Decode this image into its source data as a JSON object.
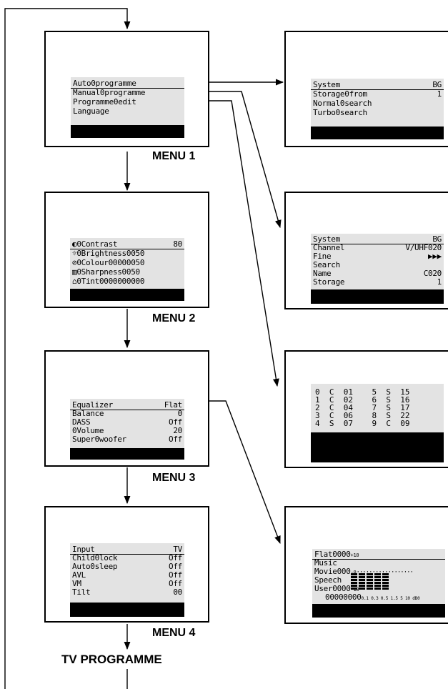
{
  "menu1": {
    "caption": "MENU 1",
    "items": [
      "Auto0programme",
      "Manual0programme",
      "Programme0edit",
      "Language"
    ]
  },
  "menu2": {
    "caption": "MENU 2",
    "items": [
      {
        "icon": "contrast-icon",
        "label": "0Contrast",
        "value": "80"
      },
      {
        "icon": "brightness-icon",
        "label": "0Brightness0050",
        "value": ""
      },
      {
        "icon": "colour-icon",
        "label": "0Colour00000050",
        "value": ""
      },
      {
        "icon": "sharpness-icon",
        "label": "0Sharpness0050",
        "value": ""
      },
      {
        "icon": "tint-icon",
        "label": "0Tint0000000000",
        "value": ""
      }
    ]
  },
  "menu3": {
    "caption": "MENU 3",
    "items": [
      {
        "label": "Equalizer",
        "value": "Flat"
      },
      {
        "label": "Balance",
        "value": "0"
      },
      {
        "label": "DASS",
        "value": "Off"
      },
      {
        "label": "0Volume",
        "value": "20"
      },
      {
        "label": "Super0woofer",
        "value": "Off"
      }
    ]
  },
  "menu4": {
    "caption": "MENU 4",
    "items": [
      {
        "label": "Input",
        "value": "TV"
      },
      {
        "label": "Child0lock",
        "value": "Off"
      },
      {
        "label": "Auto0sleep",
        "value": "Off"
      },
      {
        "label": "AVL",
        "value": "Off"
      },
      {
        "label": "VM",
        "value": "Off"
      },
      {
        "label": "Tilt",
        "value": "00"
      }
    ]
  },
  "tv_programme": "TV PROGRAMME",
  "auto_programme": {
    "items": [
      {
        "label": "System",
        "value": "BG"
      },
      {
        "label": "Storage0from",
        "value": "1"
      },
      {
        "label": "Normal0search",
        "value": ""
      },
      {
        "label": "Turbo0search",
        "value": ""
      }
    ]
  },
  "manual_programme": {
    "items": [
      {
        "label": "System",
        "value": "BG"
      },
      {
        "label": "Channel",
        "value": "V/UHF020"
      },
      {
        "label": "Fine",
        "value": "▶▶▶"
      },
      {
        "label": "Search",
        "value": ""
      },
      {
        "label": "Name",
        "value": "C020"
      },
      {
        "label": "Storage",
        "value": "1"
      }
    ]
  },
  "programme_edit": {
    "rows": [
      [
        "0",
        "C",
        "01",
        "5",
        "S",
        "15"
      ],
      [
        "1",
        "C",
        "02",
        "6",
        "S",
        "16"
      ],
      [
        "2",
        "C",
        "04",
        "7",
        "S",
        "17"
      ],
      [
        "3",
        "C",
        "06",
        "8",
        "S",
        "22"
      ],
      [
        "4",
        "S",
        "07",
        "9",
        "C",
        "09"
      ]
    ]
  },
  "equalizer": {
    "items": [
      "Flat0000",
      "Music",
      "Movie000",
      "Speech",
      "User0000"
    ],
    "scale": [
      "+10",
      "-0",
      "-10"
    ],
    "bottom": "00000000",
    "freqs": "0.1 0.3 0.5 1.5 5 10 dB0"
  }
}
